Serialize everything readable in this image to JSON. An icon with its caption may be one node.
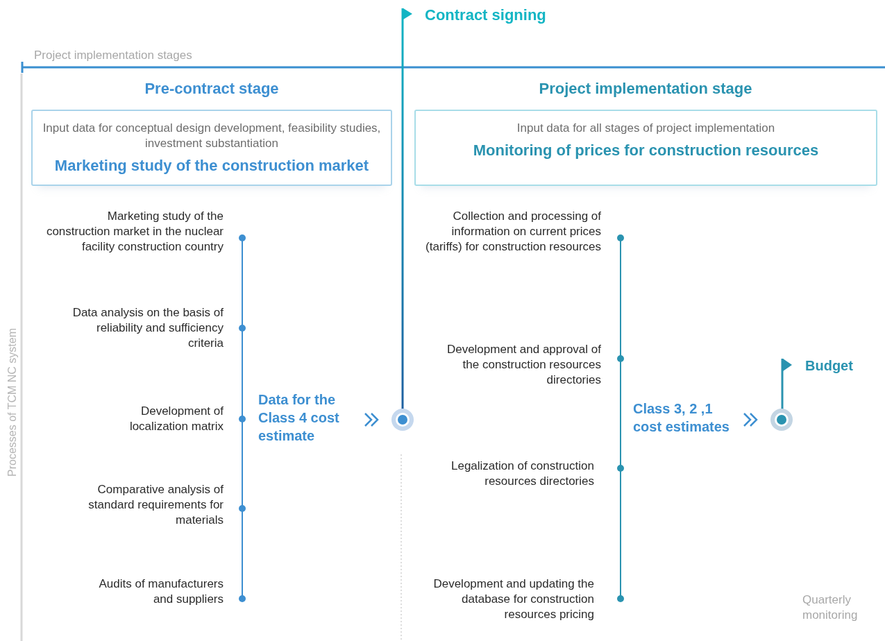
{
  "diagram": {
    "nodes": [
      {
        "text": [
          "Input data for conceptual design development, feasibility studies, investment substantiation",
          "Marketing study of the construction market"
        ]
      },
      {
        "text": [
          "Input data for all stages of project implementation",
          "Monitoring of prices for construction resources"
        ]
      },
      {
        "text": [
          "Data for the Class 4 cost estimate"
        ]
      },
      {
        "text": [],
        "shape": "circle"
      },
      {
        "text": [
          "Class 3, 2 ,1 cost estimates"
        ]
      },
      {
        "text": [],
        "shape": "circle"
      }
    ],
    "edges": [
      {
        "from": 2,
        "to": 3,
        "arrow": "to"
      },
      {
        "from": 4,
        "to": 5,
        "arrow": "to"
      }
    ],
    "labels": [
      "Contract signing",
      "Project implementation stages",
      "Pre-contract stage",
      "Project implementation stage",
      "Marketing study of the construction market in the nuclear facility construction country",
      "Collection and processing of information on current prices (tariffs) for construction resources",
      "Data analysis on the basis of reliability and sufficiency criteria",
      "Development and approval of the construction resources directories",
      "Budget",
      "Development of localization matrix",
      "Legalization of construction resources directories",
      "Comparative analysis of standard requirements for materials",
      "Audits of manufacturers and suppliers",
      "Development and updating the database for construction resources pricing",
      "Quarterly monitoring",
      "Processes of TCM NC system"
    ]
  }
}
